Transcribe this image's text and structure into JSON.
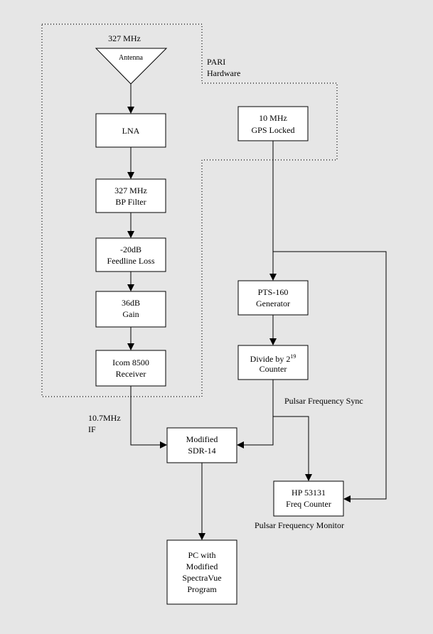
{
  "colors": {
    "background": "#e6e6e6",
    "box_fill": "#ffffff",
    "line": "#000000"
  },
  "labels": {
    "freq_327": "327 MHz",
    "antenna": "Antenna",
    "pari_1": "PARI",
    "pari_2": "Hardware",
    "if_1": "10.7MHz",
    "if_2": "IF",
    "pulsar_sync": "Pulsar Frequency Sync",
    "pulsar_monitor": "Pulsar Frequency Monitor"
  },
  "blocks": {
    "lna": {
      "line1": "LNA"
    },
    "bp_filter": {
      "line1": "327 MHz",
      "line2": "BP Filter"
    },
    "feedline": {
      "line1": "-20dB",
      "line2": "Feedline Loss"
    },
    "gain": {
      "line1": "36dB",
      "line2": "Gain"
    },
    "receiver": {
      "line1": "Icom 8500",
      "line2": "Receiver"
    },
    "gps": {
      "line1": "10 MHz",
      "line2": "GPS Locked"
    },
    "pts": {
      "line1": "PTS-160",
      "line2": "Generator"
    },
    "divide": {
      "line1_pre": "Divide by 2",
      "line1_sup": "19",
      "line2": "Counter"
    },
    "sdr": {
      "line1": "Modified",
      "line2": "SDR-14"
    },
    "hp": {
      "line1": "HP 53131",
      "line2": "Freq Counter"
    },
    "pc": {
      "line1": "PC with",
      "line2": "Modified",
      "line3": "SpectraVue",
      "line4": "Program"
    }
  }
}
